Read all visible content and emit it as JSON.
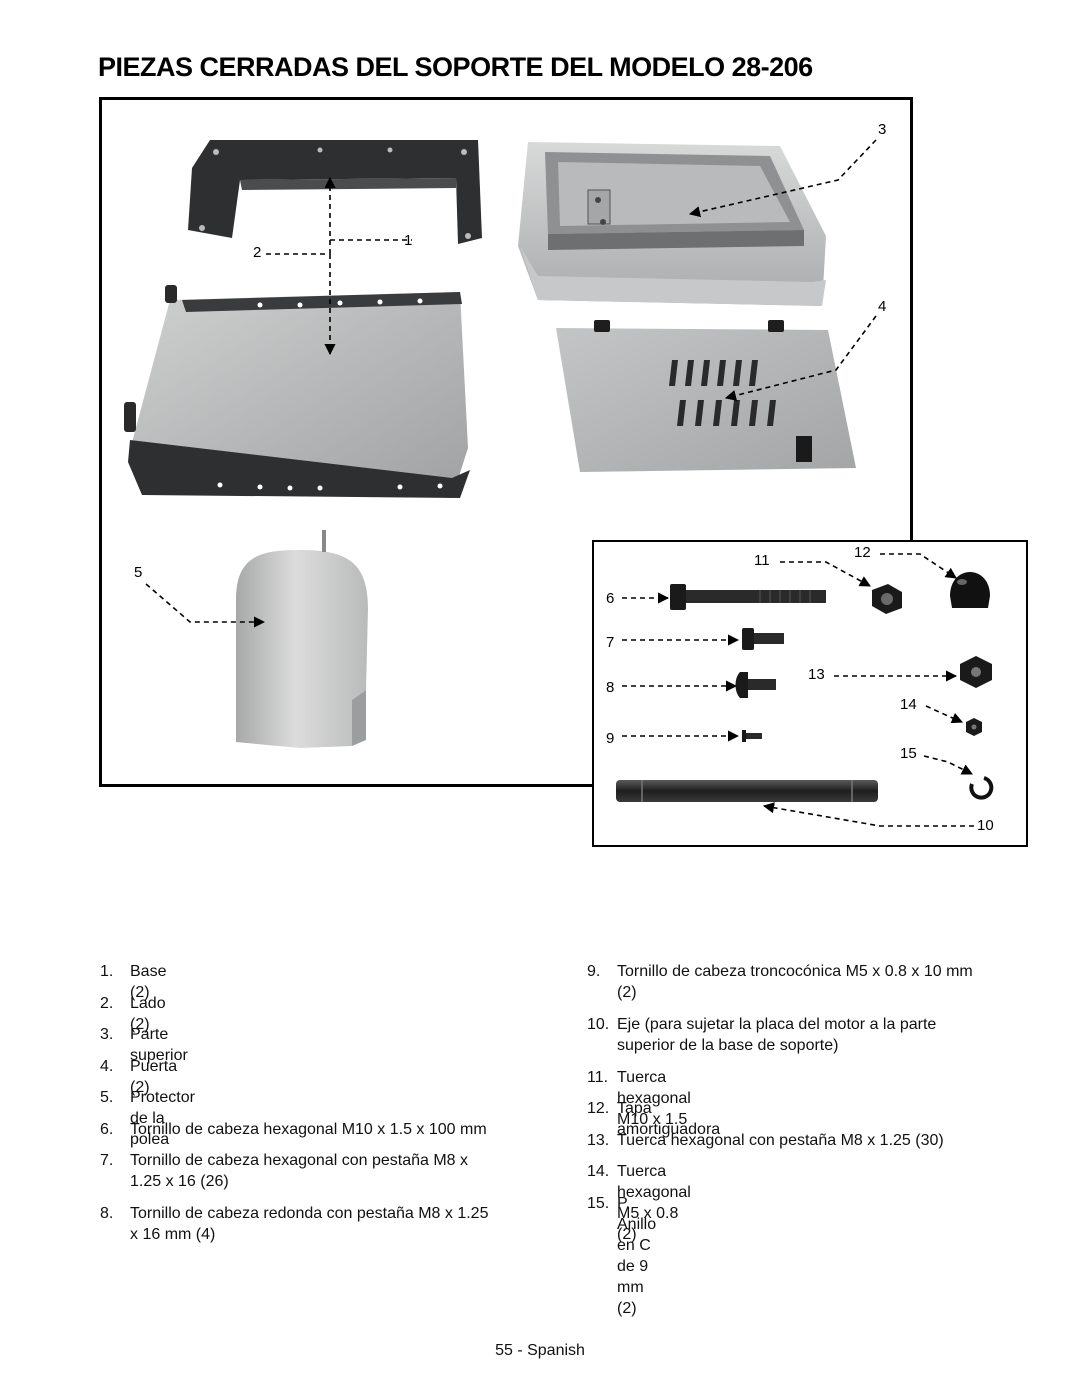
{
  "page": {
    "title": "PIEZAS CERRADAS DEL SOPORTE DEL MODELO 28-206",
    "footer": "55 - Spanish"
  },
  "figure": {
    "callouts": {
      "c1": "1",
      "c2": "2",
      "c3": "3",
      "c4": "4",
      "c5": "5",
      "c6": "6",
      "c7": "7",
      "c8": "8",
      "c9": "9",
      "c10": "10",
      "c11": "11",
      "c12": "12",
      "c13": "13",
      "c14": "14",
      "c15": "15"
    }
  },
  "parts_left": [
    {
      "num": "1.",
      "text": "Base (2)"
    },
    {
      "num": "2.",
      "text": "Lado (2)"
    },
    {
      "num": "3.",
      "text": "Parte superior"
    },
    {
      "num": "4.",
      "text": "Puerta (2)"
    },
    {
      "num": "5.",
      "text": "Protector de la polea"
    },
    {
      "num": "6.",
      "text": "Tornillo de cabeza hexagonal M10 x 1.5 x 100 mm"
    },
    {
      "num": "7.",
      "line1": "Tornillo de cabeza hexagonal con pestaña M8 x",
      "line2": "1.25 x 16 (26)"
    },
    {
      "num": "8.",
      "line1": "Tornillo de cabeza redonda con pestaña M8 x 1.25",
      "line2": "x 16 mm (4)"
    }
  ],
  "parts_right": [
    {
      "num": "9.",
      "line1": "Tornillo de cabeza troncocónica M5 x 0.8 x 10 mm",
      "line2": "(2)"
    },
    {
      "num": "10.",
      "line1": "Eje (para sujetar la placa del motor a la parte",
      "line2": "superior de la base de soporte)"
    },
    {
      "num": "11.",
      "text": "Tuerca hexagonal M10 x 1.5"
    },
    {
      "num": "12.",
      "text": "Tapa amortiguadora"
    },
    {
      "num": "13.",
      "text": "Tuerca hexagonal con pestaña M8 x 1.25 (30)"
    },
    {
      "num": "14.",
      "text": "Tuerca hexagonal M5 x 0.8 (2)"
    },
    {
      "num": "15.",
      "text": "P. Anillo en C de 9 mm (2)"
    }
  ]
}
